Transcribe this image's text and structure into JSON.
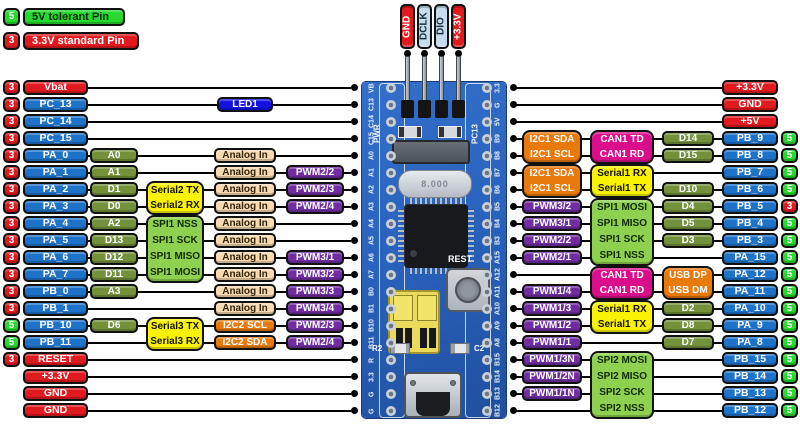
{
  "legend": {
    "items": [
      {
        "badge": "5",
        "label": "5V tolerant Pin",
        "badge_style": "badge5",
        "label_style": "legend5"
      },
      {
        "badge": "3",
        "label": "3.3V standard Pin",
        "badge_style": "badge3",
        "label_style": "legend3"
      }
    ]
  },
  "top_connector": {
    "pins": [
      {
        "label": "GND",
        "style": "power"
      },
      {
        "label": "DCLK",
        "style": "data"
      },
      {
        "label": "DIO",
        "style": "data"
      },
      {
        "label": "+3.3V",
        "style": "power"
      }
    ]
  },
  "left": {
    "rows": [
      {
        "badge": "3",
        "label": "Vbat",
        "style": "power"
      },
      {
        "badge": "3",
        "label": "PC_13",
        "style": "gpio"
      },
      {
        "badge": "3",
        "label": "PC_14",
        "style": "gpio"
      },
      {
        "badge": "3",
        "label": "PC_15",
        "style": "gpio"
      },
      {
        "badge": "3",
        "label": "PA_0",
        "style": "gpio"
      },
      {
        "badge": "3",
        "label": "PA_1",
        "style": "gpio"
      },
      {
        "badge": "3",
        "label": "PA_2",
        "style": "gpio"
      },
      {
        "badge": "3",
        "label": "PA_3",
        "style": "gpio"
      },
      {
        "badge": "3",
        "label": "PA_4",
        "style": "gpio"
      },
      {
        "badge": "3",
        "label": "PA_5",
        "style": "gpio"
      },
      {
        "badge": "3",
        "label": "PA_6",
        "style": "gpio"
      },
      {
        "badge": "3",
        "label": "PA_7",
        "style": "gpio"
      },
      {
        "badge": "3",
        "label": "PB_0",
        "style": "gpio"
      },
      {
        "badge": "3",
        "label": "PB_1",
        "style": "gpio"
      },
      {
        "badge": "5",
        "label": "PB_10",
        "style": "gpio"
      },
      {
        "badge": "5",
        "label": "PB_11",
        "style": "gpio"
      },
      {
        "badge": "3",
        "label": "RESET",
        "style": "power"
      },
      {
        "badge": "",
        "label": "+3.3V",
        "style": "power"
      },
      {
        "badge": "",
        "label": "GND",
        "style": "power"
      },
      {
        "badge": "",
        "label": "GND",
        "style": "power"
      }
    ],
    "led": [
      {
        "row": 1,
        "text": "LED1",
        "style": "led"
      }
    ],
    "dlabels": [
      {
        "row": 4,
        "text": "A0",
        "style": "d"
      },
      {
        "row": 5,
        "text": "A1",
        "style": "d"
      },
      {
        "row": 6,
        "text": "D1",
        "style": "d"
      },
      {
        "row": 7,
        "text": "D0",
        "style": "d"
      },
      {
        "row": 8,
        "text": "A2",
        "style": "d"
      },
      {
        "row": 9,
        "text": "D13",
        "style": "d"
      },
      {
        "row": 10,
        "text": "D12",
        "style": "d"
      },
      {
        "row": 11,
        "text": "D11",
        "style": "d"
      },
      {
        "row": 12,
        "text": "A3",
        "style": "d"
      },
      {
        "row": 14,
        "text": "D6",
        "style": "d"
      }
    ],
    "functions": [
      {
        "row": 6,
        "span": 2,
        "style": "serial",
        "lines": [
          "Serial2 TX",
          "Serial2 RX"
        ]
      },
      {
        "row": 8,
        "span": 4,
        "style": "spi",
        "lines": [
          "SPI1 NSS",
          "SPI1 SCK",
          "SPI1 MISO",
          "SPI1 MOSI"
        ]
      },
      {
        "row": 14,
        "span": 2,
        "style": "serial",
        "lines": [
          "Serial3 TX",
          "Serial3 RX"
        ]
      }
    ],
    "analog": [
      {
        "row": 4,
        "text": "Analog In",
        "style": "analog"
      },
      {
        "row": 5,
        "text": "Analog In",
        "style": "analog"
      },
      {
        "row": 6,
        "text": "Analog In",
        "style": "analog"
      },
      {
        "row": 7,
        "text": "Analog In",
        "style": "analog"
      },
      {
        "row": 8,
        "text": "Analog In",
        "style": "analog"
      },
      {
        "row": 9,
        "text": "Analog In",
        "style": "analog"
      },
      {
        "row": 10,
        "text": "Analog In",
        "style": "analog"
      },
      {
        "row": 11,
        "text": "Analog In",
        "style": "analog"
      },
      {
        "row": 12,
        "text": "Analog In",
        "style": "analog"
      },
      {
        "row": 13,
        "text": "Analog In",
        "style": "analog"
      },
      {
        "row": 14,
        "text": "I2C2 SCL",
        "style": "i2c"
      },
      {
        "row": 15,
        "text": "I2C2 SDA",
        "style": "i2c"
      }
    ],
    "pwm": [
      {
        "row": 5,
        "text": "PWM2/2",
        "style": "pwm"
      },
      {
        "row": 6,
        "text": "PWM2/3",
        "style": "pwm"
      },
      {
        "row": 7,
        "text": "PWM2/4",
        "style": "pwm"
      },
      {
        "row": 10,
        "text": "PWM3/1",
        "style": "pwm"
      },
      {
        "row": 11,
        "text": "PWM3/2",
        "style": "pwm"
      },
      {
        "row": 12,
        "text": "PWM3/3",
        "style": "pwm"
      },
      {
        "row": 13,
        "text": "PWM3/4",
        "style": "pwm"
      },
      {
        "row": 14,
        "text": "PWM2/3",
        "style": "pwm"
      },
      {
        "row": 15,
        "text": "PWM2/4",
        "style": "pwm"
      }
    ]
  },
  "right": {
    "rows": [
      {
        "badge": "",
        "label": "+3.3V",
        "style": "power"
      },
      {
        "badge": "",
        "label": "GND",
        "style": "power"
      },
      {
        "badge": "",
        "label": "+5V",
        "style": "power"
      },
      {
        "badge": "5",
        "label": "PB_9",
        "style": "gpio"
      },
      {
        "badge": "5",
        "label": "PB_8",
        "style": "gpio"
      },
      {
        "badge": "5",
        "label": "PB_7",
        "style": "gpio"
      },
      {
        "badge": "5",
        "label": "PB_6",
        "style": "gpio"
      },
      {
        "badge": "3",
        "label": "PB_5",
        "style": "gpio"
      },
      {
        "badge": "5",
        "label": "PB_4",
        "style": "gpio"
      },
      {
        "badge": "5",
        "label": "PB_3",
        "style": "gpio"
      },
      {
        "badge": "5",
        "label": "PA_15",
        "style": "gpio"
      },
      {
        "badge": "5",
        "label": "PA_12",
        "style": "gpio"
      },
      {
        "badge": "5",
        "label": "PA_11",
        "style": "gpio"
      },
      {
        "badge": "5",
        "label": "PA_10",
        "style": "gpio"
      },
      {
        "badge": "5",
        "label": "PA_9",
        "style": "gpio"
      },
      {
        "badge": "5",
        "label": "PA_8",
        "style": "gpio"
      },
      {
        "badge": "5",
        "label": "PB_15",
        "style": "gpio"
      },
      {
        "badge": "5",
        "label": "PB_14",
        "style": "gpio"
      },
      {
        "badge": "5",
        "label": "PB_13",
        "style": "gpio"
      },
      {
        "badge": "5",
        "label": "PB_12",
        "style": "gpio"
      }
    ],
    "io_funcs": [
      {
        "row": 3,
        "span": 2,
        "style": "i2c",
        "lines": [
          "I2C1 SDA",
          "I2C1 SCL"
        ]
      },
      {
        "row": 5,
        "span": 2,
        "style": "i2c",
        "lines": [
          "I2C1 SDA",
          "I2C1 SCL"
        ]
      },
      {
        "row": 7,
        "text": "PWM3/2",
        "style": "pwm"
      },
      {
        "row": 8,
        "text": "PWM3/1",
        "style": "pwm"
      },
      {
        "row": 9,
        "text": "PWM2/2",
        "style": "pwm"
      },
      {
        "row": 10,
        "text": "PWM2/1",
        "style": "pwm"
      },
      {
        "row": 12,
        "text": "PWM1/4",
        "style": "pwm"
      },
      {
        "row": 13,
        "text": "PWM1/3",
        "style": "pwm"
      },
      {
        "row": 14,
        "text": "PWM1/2",
        "style": "pwm"
      },
      {
        "row": 15,
        "text": "PWM1/1",
        "style": "pwm"
      },
      {
        "row": 16,
        "text": "PWM1/3N",
        "style": "pwm"
      },
      {
        "row": 17,
        "text": "PWM1/2N",
        "style": "pwm"
      },
      {
        "row": 18,
        "text": "PWM1/1N",
        "style": "pwm"
      }
    ],
    "bus_funcs": [
      {
        "row": 3,
        "span": 2,
        "style": "can",
        "lines": [
          "CAN1 TD",
          "CAN1 RD"
        ]
      },
      {
        "row": 5,
        "span": 2,
        "style": "serial",
        "lines": [
          "Serial1 RX",
          "Serial1 TX"
        ]
      },
      {
        "row": 7,
        "span": 4,
        "style": "spi",
        "lines": [
          "SPI1 MOSI",
          "SPI1 MISO",
          "SPI1 SCK",
          "SPI1 NSS"
        ]
      },
      {
        "row": 11,
        "span": 2,
        "style": "can",
        "lines": [
          "CAN1 TD",
          "CAN1 RD"
        ]
      },
      {
        "row": 13,
        "span": 2,
        "style": "serial",
        "lines": [
          "Serial1 RX",
          "Serial1 TX"
        ]
      },
      {
        "row": 16,
        "span": 4,
        "style": "spi",
        "lines": [
          "SPI2 MOSI",
          "SPI2 MISO",
          "SPI2 SCK",
          "SPI2 NSS"
        ]
      }
    ],
    "dlabels": [
      {
        "row": 3,
        "text": "D14",
        "style": "d"
      },
      {
        "row": 4,
        "text": "D15",
        "style": "d"
      },
      {
        "row": 6,
        "text": "D10",
        "style": "d"
      },
      {
        "row": 7,
        "text": "D4",
        "style": "d"
      },
      {
        "row": 8,
        "text": "D5",
        "style": "d"
      },
      {
        "row": 9,
        "text": "D3",
        "style": "d"
      },
      {
        "row": 11,
        "span": 2,
        "style": "usb",
        "lines": [
          "USB DP",
          "USB DM"
        ]
      },
      {
        "row": 13,
        "text": "D2",
        "style": "d"
      },
      {
        "row": 14,
        "text": "D8",
        "style": "d"
      },
      {
        "row": 15,
        "text": "D7",
        "style": "d"
      }
    ]
  },
  "board": {
    "left_edge": [
      "VB",
      "C13",
      "C14",
      "C15",
      "A0",
      "A1",
      "A2",
      "A3",
      "A4",
      "A5",
      "A6",
      "A7",
      "B0",
      "B1",
      "B10",
      "B11",
      "R",
      "3.3",
      "G",
      "G"
    ],
    "right_edge": [
      "3.3",
      "G",
      "5V",
      "B9",
      "B8",
      "B7",
      "B6",
      "B5",
      "B4",
      "B3",
      "A15",
      "A12",
      "A11",
      "A10",
      "A9",
      "A8",
      "B15",
      "B14",
      "B13",
      "B12"
    ],
    "silk": {
      "pwr": "PWR",
      "pc13": "PC13",
      "crystal": "8.000",
      "reset": "REST",
      "r2": "R2",
      "c2": "C2"
    }
  },
  "styles": {
    "power": {
      "bg": "#e11a1f",
      "fg": "#ffffff"
    },
    "gpio": {
      "bg": "#1e72c8",
      "fg": "#ffffff"
    },
    "d": {
      "bg": "#73903b",
      "fg": "#ffffff"
    },
    "analog": {
      "bg": "#f8dab1",
      "fg": "#33240c"
    },
    "pwm": {
      "bg": "#6f2da0",
      "fg": "#ffffff"
    },
    "i2c": {
      "bg": "#e8790b",
      "fg": "#ffffff"
    },
    "usb": {
      "bg": "#e8790b",
      "fg": "#ffffff"
    },
    "serial": {
      "bg": "#f9f303",
      "fg": "#141200"
    },
    "spi": {
      "bg": "#8fd04e",
      "fg": "#102a00"
    },
    "can": {
      "bg": "#da0e8b",
      "fg": "#ffffff"
    },
    "led": {
      "bg": "#1212e6",
      "fg": "#ffffff"
    },
    "data": {
      "bg": "#c4dcec",
      "fg": "#16303f"
    },
    "badge5": {
      "bg": "#25d92f",
      "fg": "#ffffff"
    },
    "badge3": {
      "bg": "#e11a1f",
      "fg": "#ffffff"
    },
    "legend5": {
      "bg": "#25d92f",
      "fg": "#07230a"
    },
    "legend3": {
      "bg": "#e11a1f",
      "fg": "#ffffff"
    }
  }
}
